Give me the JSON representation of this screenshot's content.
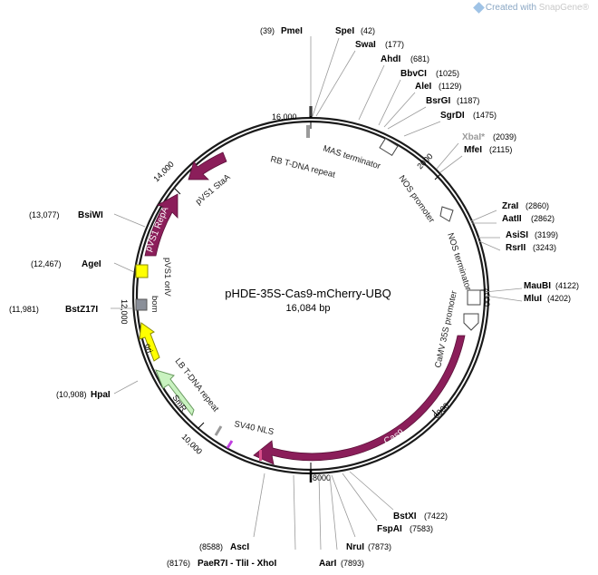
{
  "header": {
    "brand_prefix": "Created with ",
    "brand_name": "SnapGene",
    "brand_suffix": "®"
  },
  "plasmid": {
    "name": "pHDE-35S-Cas9-mCherry-UBQ",
    "length_label": "16,084 bp"
  },
  "colors": {
    "backbone": "#1a1a1a",
    "feature_purple": "#8b1e5a",
    "ori_yellow": "#ffff00",
    "smr_green": "#c9f2c0",
    "bom_gray": "#8a8f99",
    "nls_pink": "#d94f8a",
    "lb_purple": "#c040e0",
    "brand_blue": "#8aa7c4"
  },
  "ticks": {
    "t16000": "16,000",
    "t2000": "2000",
    "t4000": "4000",
    "t6000": "6000",
    "t8000": "8000",
    "t10000": "10,000",
    "t12000": "12,000",
    "t14000": "14,000"
  },
  "features": {
    "mas_terminator": "MAS terminator",
    "rb_repeat": "RB T-DNA repeat",
    "pvs1_staa": "pVS1 StaA",
    "pvs1_repa": "pVS1 RepA",
    "pvs1_oriv": "pVS1 oriV",
    "bom": "bom",
    "ori": "ori",
    "smr": "SmR",
    "lb_repeat": "LB T-DNA repeat",
    "sv40_nls": "SV40 NLS",
    "cas9": "Cas9",
    "camv35s": "CaMV 35S promoter",
    "nos_terminator": "NOS terminator",
    "nos_promoter": "NOS promoter"
  },
  "enzymes": {
    "pmei": {
      "name": "PmeI",
      "pos": "(39)"
    },
    "spei": {
      "name": "SpeI",
      "pos": "(42)"
    },
    "swai": {
      "name": "SwaI",
      "pos": "(177)"
    },
    "ahdi": {
      "name": "AhdI",
      "pos": "(681)"
    },
    "bbvci": {
      "name": "BbvCI",
      "pos": "(1025)"
    },
    "alei": {
      "name": "AleI",
      "pos": "(1129)"
    },
    "bsrgi": {
      "name": "BsrGI",
      "pos": "(1187)"
    },
    "sgrdi": {
      "name": "SgrDI",
      "pos": "(1475)"
    },
    "xbai": {
      "name": "XbaI*",
      "pos": "(2039)"
    },
    "mfei": {
      "name": "MfeI",
      "pos": "(2115)"
    },
    "zrai": {
      "name": "ZraI",
      "pos": "(2860)"
    },
    "aatii": {
      "name": "AatII",
      "pos": "(2862)"
    },
    "asisi": {
      "name": "AsiSI",
      "pos": "(3199)"
    },
    "rsrii": {
      "name": "RsrII",
      "pos": "(3243)"
    },
    "maubi": {
      "name": "MauBI",
      "pos": "(4122)"
    },
    "mlui": {
      "name": "MluI",
      "pos": "(4202)"
    },
    "bstxi": {
      "name": "BstXI",
      "pos": "(7422)"
    },
    "fspai": {
      "name": "FspAI",
      "pos": "(7583)"
    },
    "nrui": {
      "name": "NruI",
      "pos": "(7873)"
    },
    "aari": {
      "name": "AarI",
      "pos": "(7893)"
    },
    "paer7i": {
      "name": "PaeR7I - TliI - XhoI",
      "pos": "(8176)"
    },
    "asci": {
      "name": "AscI",
      "pos": "(8588)"
    },
    "hpai": {
      "name": "HpaI",
      "pos": "(10,908)"
    },
    "bstz17i": {
      "name": "BstZ17I",
      "pos": "(11,981)"
    },
    "agei": {
      "name": "AgeI",
      "pos": "(12,467)"
    },
    "bsiwi": {
      "name": "BsiWI",
      "pos": "(13,077)"
    }
  }
}
